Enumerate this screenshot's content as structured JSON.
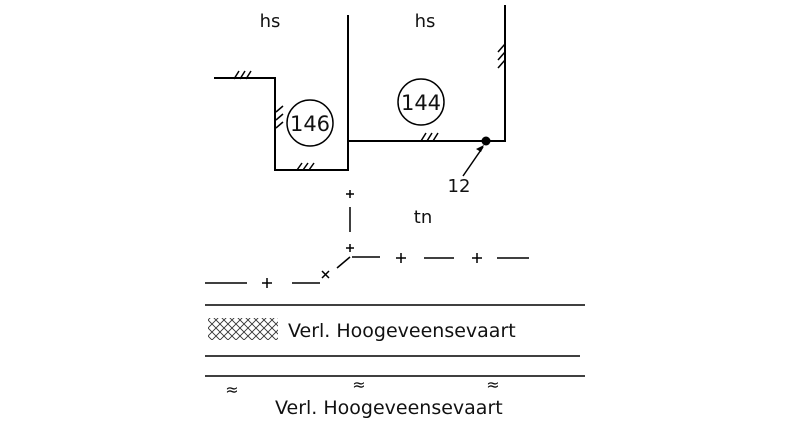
{
  "labels": {
    "land_use_left": "hs",
    "land_use_right": "hs",
    "land_use_bottom": "tn",
    "point_number": "12"
  },
  "parcels": [
    {
      "number": "146"
    },
    {
      "number": "144"
    }
  ],
  "waterway": {
    "upper_name": "Verl. Hoogeveensevaart",
    "lower_name": "Verl. Hoogeveensevaart",
    "water_symbol": "≈"
  }
}
